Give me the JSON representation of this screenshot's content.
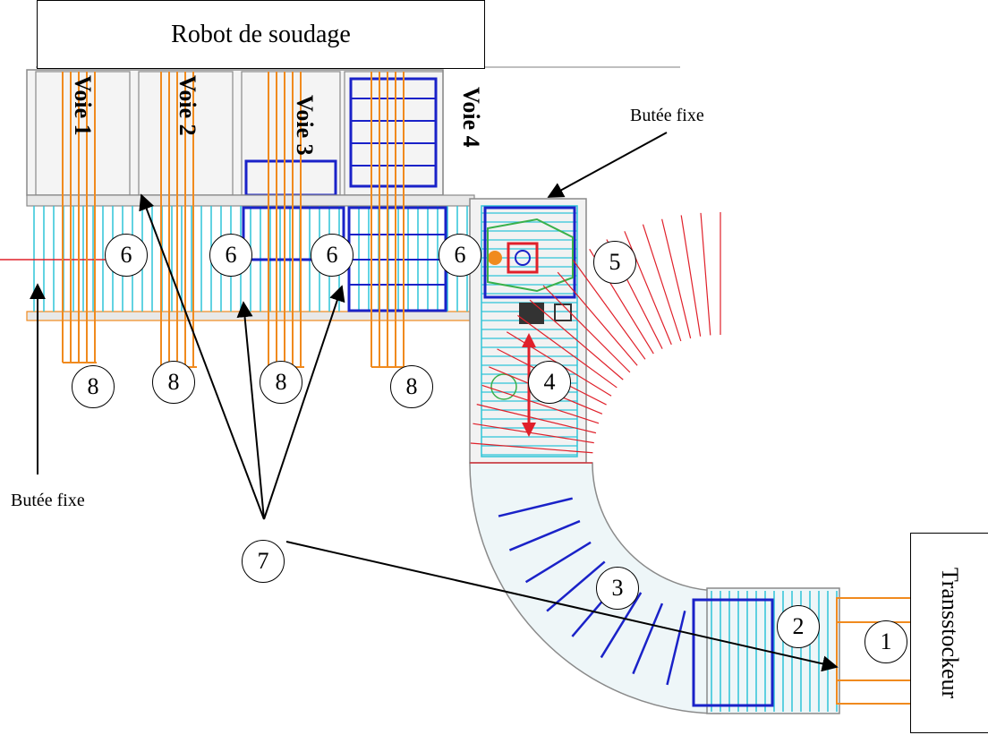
{
  "title_box": "Robot de soudage",
  "transstockeur": "Transstockeur",
  "butee_top": "Butée fixe",
  "butee_left": "Butée fixe",
  "voies": [
    "Voie 1",
    "Voie 2",
    "Voie 3",
    "Voie 4"
  ],
  "markers": [
    "1",
    "2",
    "3",
    "4",
    "5",
    "6",
    "6",
    "6",
    "6",
    "7",
    "8",
    "8",
    "8",
    "8"
  ],
  "colors": {
    "cyan": "#2ec4d8",
    "orange": "#f08a1e",
    "blue": "#1a22c8",
    "red": "#e0202a",
    "green": "#39b04a",
    "gray": "#8a8a8a"
  }
}
